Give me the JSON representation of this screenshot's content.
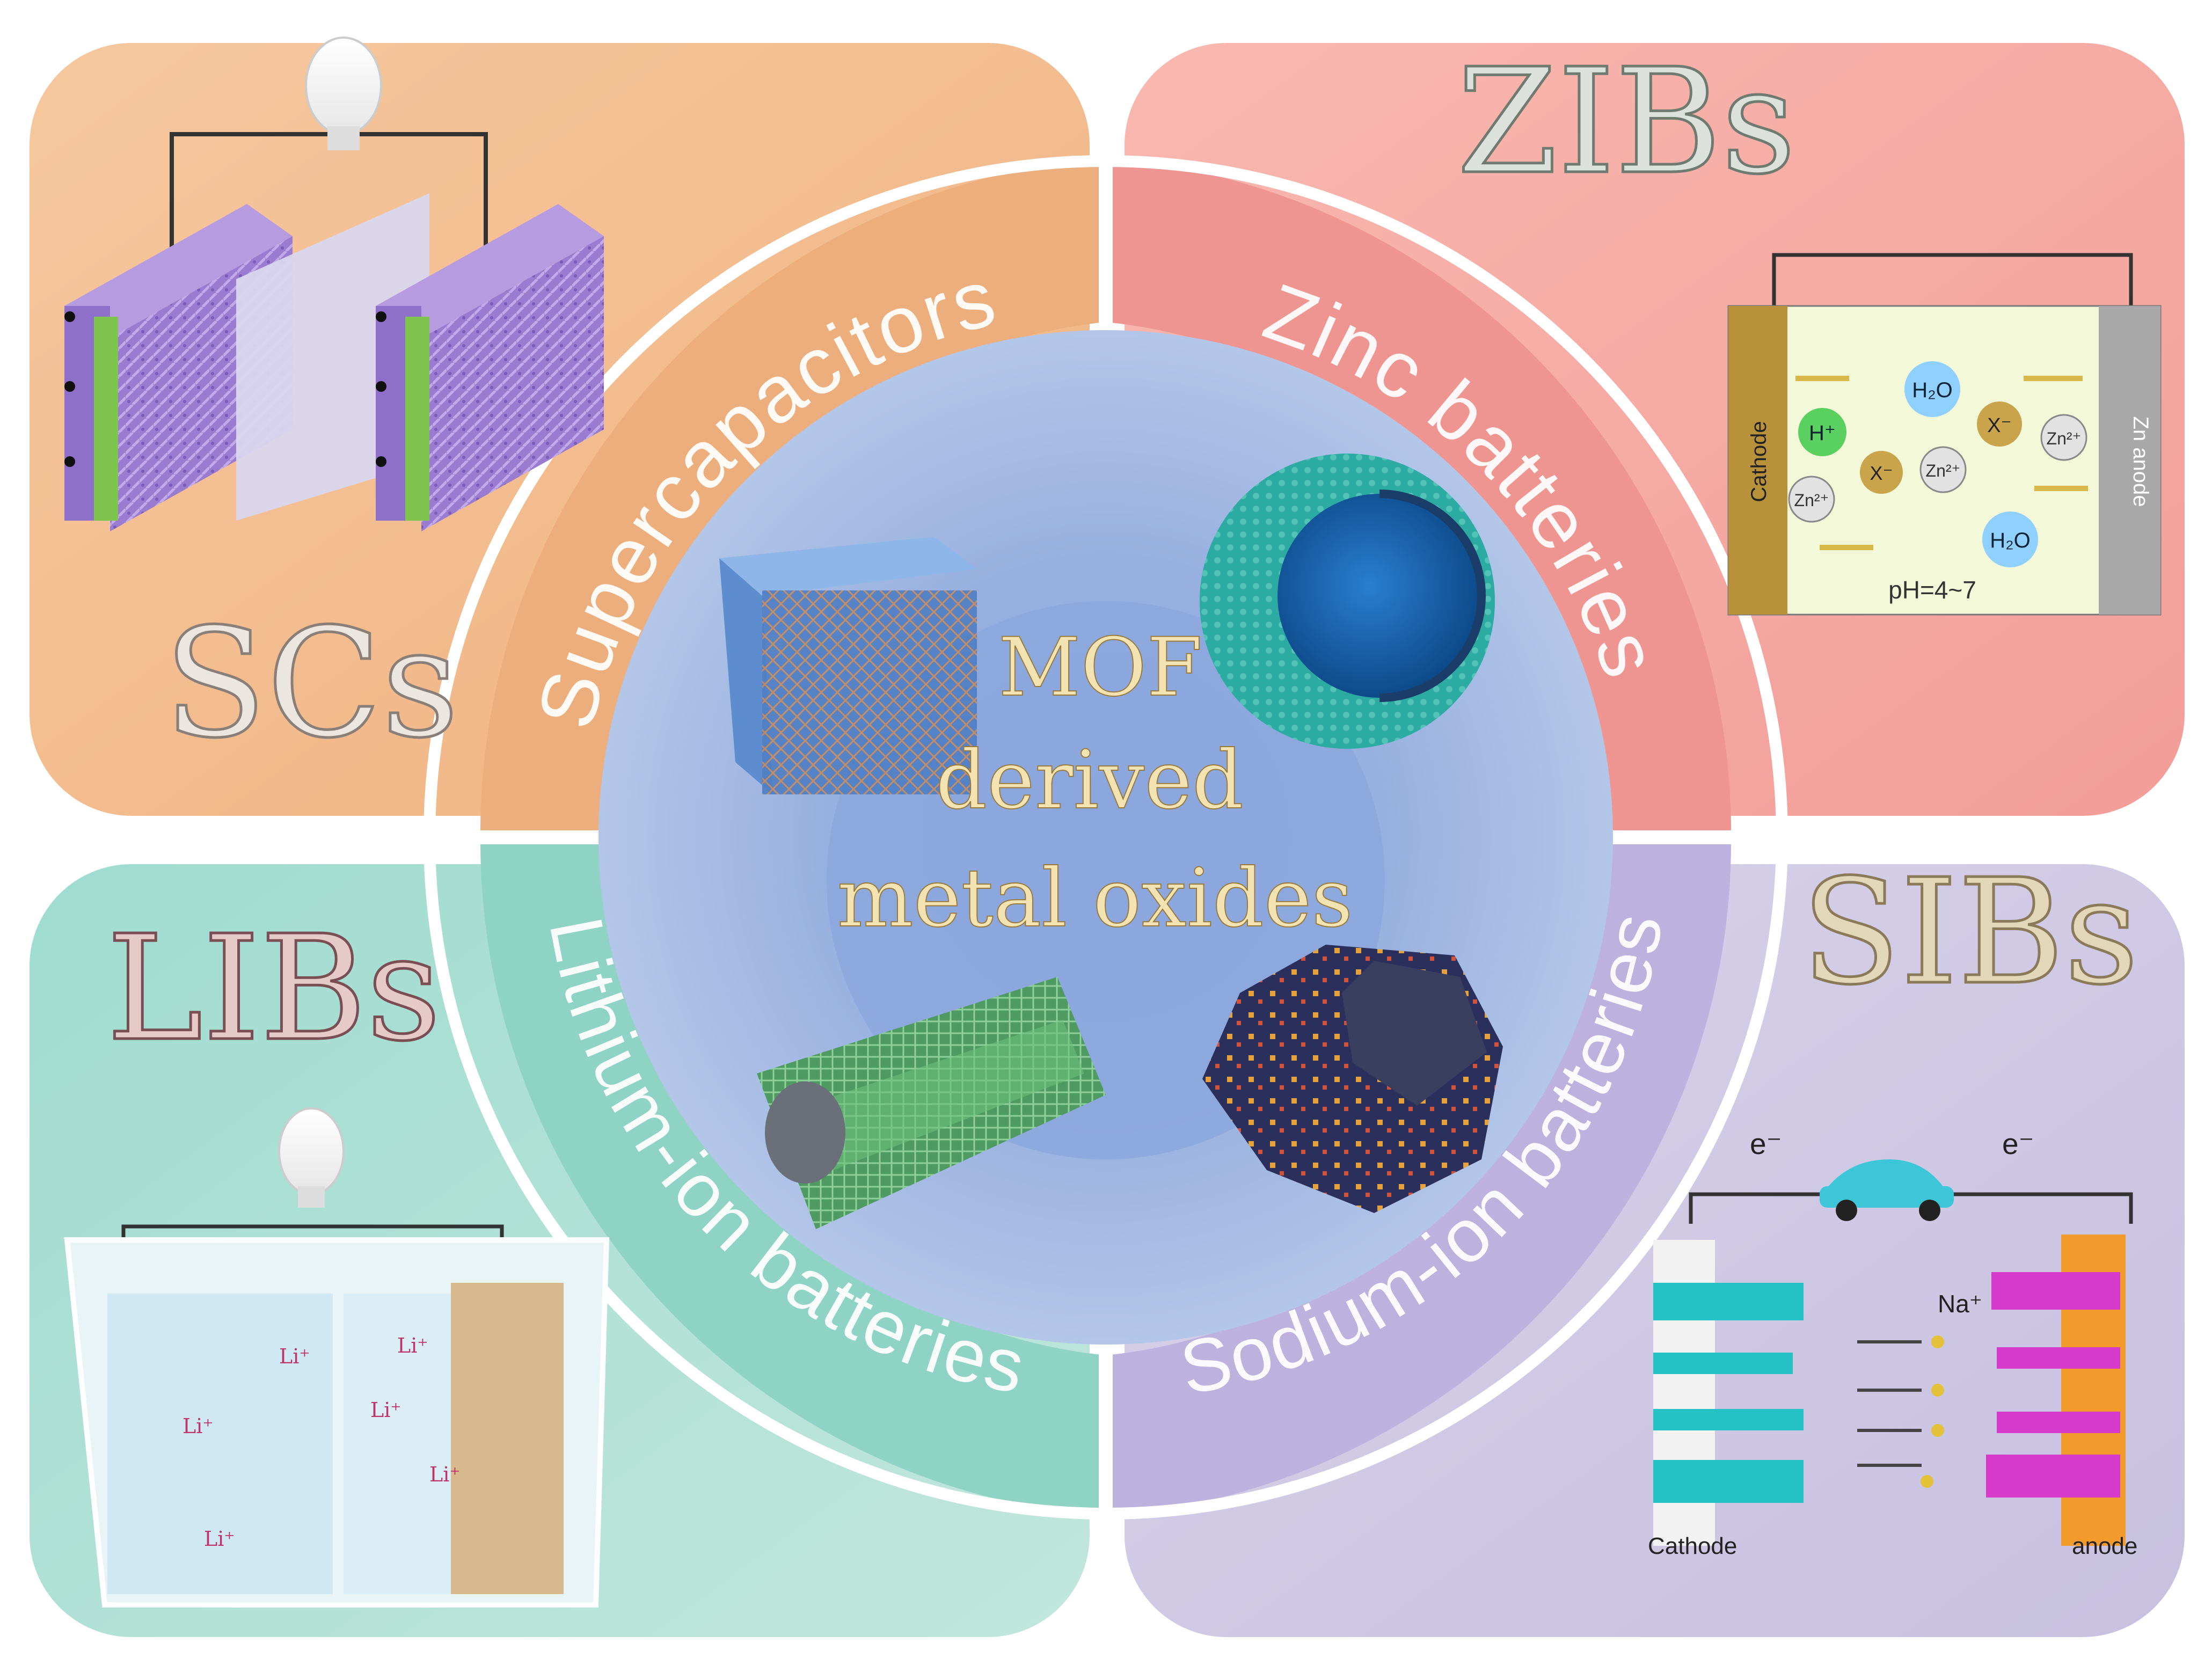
{
  "center": {
    "lines": [
      "MOF",
      "derived",
      "metal oxides"
    ]
  },
  "quadrants": {
    "top_left": {
      "abbr": "SCs",
      "arc_label": "Supercapacitors",
      "color": "#f2b98a"
    },
    "top_right": {
      "abbr": "ZIBs",
      "arc_label": "Zinc batteries",
      "color": "#f5a9a3",
      "inset": {
        "electrode_left": "Cathode",
        "electrode_right": "Zn anode",
        "species": [
          "H₂O",
          "H⁺",
          "X⁻",
          "Zn²⁺",
          "Zn²⁺",
          "Zn²⁺",
          "X⁻",
          "H₂O"
        ],
        "ph_label": "pH=4~7"
      }
    },
    "bottom_left": {
      "abbr": "LIBs",
      "arc_label": "Lithium-ion batteries",
      "color": "#a9ddd2",
      "inset": {
        "ion_label": "Li⁺"
      }
    },
    "bottom_right": {
      "abbr": "SIBs",
      "arc_label": "Sodium-ion batteries",
      "color": "#cdc6e3",
      "inset": {
        "electron_label_left": "e⁻",
        "electron_label_right": "e⁻",
        "ion_label": "Na⁺",
        "cathode_label": "Cathode",
        "anode_label": "anode"
      }
    }
  },
  "colors": {
    "center_disc": "#aabfe3",
    "center_core": "#8fa9de",
    "abbr_text": "#c8b8a8",
    "center_text": "#f5e6b8"
  }
}
